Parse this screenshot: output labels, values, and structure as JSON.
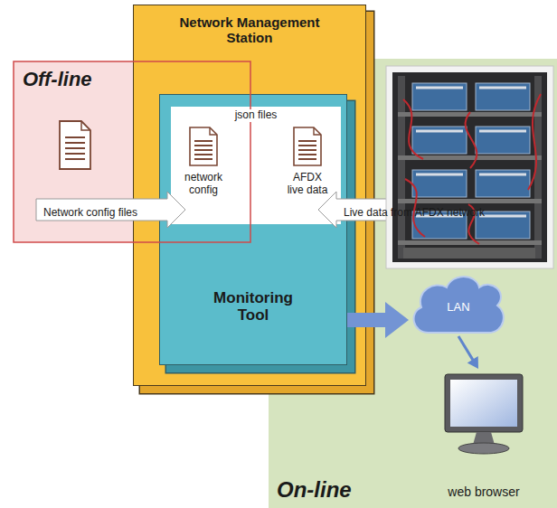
{
  "diagram": {
    "nodes": [
      {
        "text": [
          "Network Management Station"
        ]
      },
      {
        "text": [
          "Off-line"
        ]
      },
      {
        "text": [
          "Monitoring Tool"
        ],
        "in": 0
      },
      {
        "text": [
          "json files"
        ],
        "in": 2
      },
      {
        "text": [
          "network config"
        ],
        "in": 3
      },
      {
        "text": [
          "AFDX live data"
        ],
        "in": 3
      },
      {
        "text": [
          "On-line"
        ]
      },
      {
        "text": [
          "LAN"
        ],
        "in": 6
      },
      {
        "text": [
          "web browser"
        ],
        "in": 6
      }
    ],
    "edges": [
      {
        "from": 2,
        "to": 7,
        "arrow": "to"
      },
      {
        "from": 7,
        "to": 8,
        "arrow": "to"
      }
    ],
    "labels": [
      "Network config files",
      "Live data from AFDX network"
    ]
  }
}
